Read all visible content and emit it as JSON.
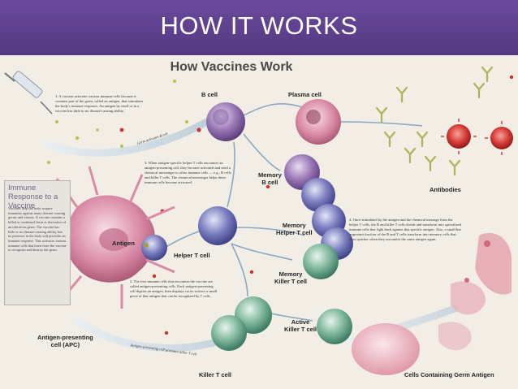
{
  "slide": {
    "title": "HOW IT WORKS"
  },
  "poster": {
    "title": "How Vaccines Work"
  },
  "labels": {
    "b_cell": "B cell",
    "plasma_cell": "Plasma cell",
    "memory_b_line1": "Memory",
    "memory_b_line2": "B cell",
    "antibodies": "Antibodies",
    "antigen": "Antigen",
    "helper_t": "Helper T cell",
    "memory_helper_line1": "Memory",
    "memory_helper_line2": "Helper T cell",
    "memory_killer_line1": "Memory",
    "memory_killer_line2": "Killer T cell",
    "active_killer_line1": "Active",
    "active_killer_line2": "Killer T cell",
    "apc_line1": "Antigen-presenting",
    "apc_line2": "cell (APC)",
    "killer_t": "Killer T cell",
    "germ_cells": "Cells Containing Germ Antigen"
  },
  "arrow_texts": {
    "germ_activates": "Germ activates B cell",
    "apc_activates": "Antigen-presenting cell activates killer T cell"
  },
  "notes": {
    "step1": "1. A vaccine activates various immune cells because it contains part of the germ, called an antigen, that stimulates the body's immune response. An antigen by itself or in a vaccine has little to no disease-causing ability.",
    "step2": "2. The first immune cells that encounter the vaccine are called antigen-presenting cells. Each antigen-presenting cell digests an antigen, then displays on its surface a small piece of that antigen that can be recognized by T cells.",
    "step3": "3. When antigen-specific helper T cells encounter an antigen-presenting cell, they become activated and send a chemical messenger to other immune cells — e.g., B cells and killer T cells. The chemical messenger helps these immune cells become activated.",
    "step4": "4. Once stimulated by the antigen and the chemical message from the helper T cells, the B and killer T cells divide and transform into specialized immune cells that fight back against that specific antigen. Also, a small but important fraction of the B and T cells transform into memory cells that react quicker when they encounter the same antigen again."
  },
  "panel": {
    "title": "Immune Response to a Vaccine",
    "body": "Vaccines help the body acquire immunity against many disease-causing germs and viruses. A vaccine contains a killed or weakened form or derivative of an infectious germ. The vaccine has little or no disease-causing ability, but its presence in the body still provides an immune response. This activates various immune cells that learn from the vaccine to recognize and destroy the germ."
  }
}
